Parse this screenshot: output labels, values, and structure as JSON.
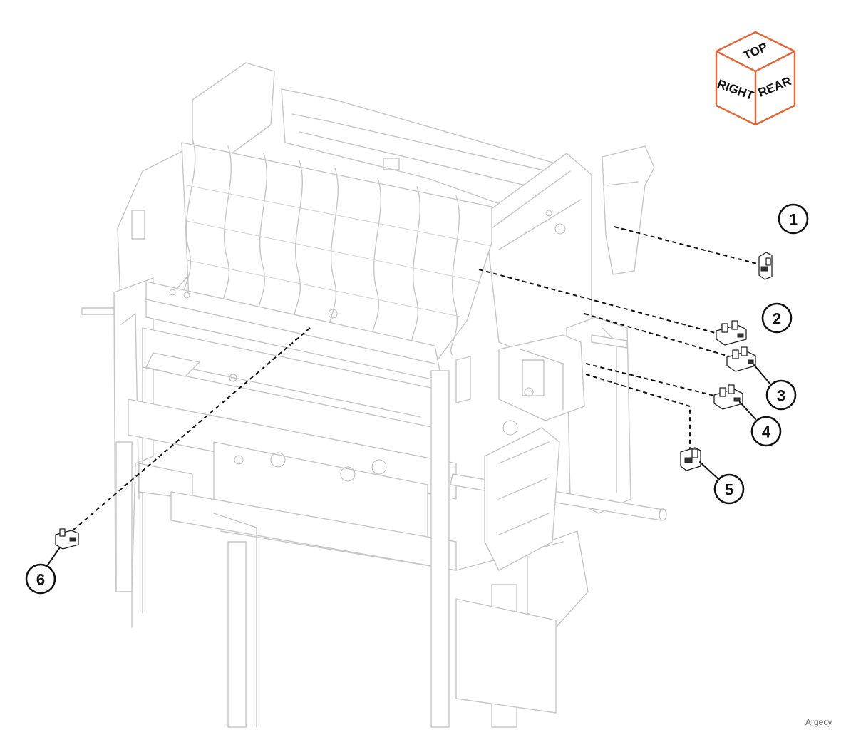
{
  "orientation_cube": {
    "top_label": "TOP",
    "right_label": "RIGHT",
    "rear_label": "REAR",
    "outline_color": "#e0673a"
  },
  "callouts": [
    {
      "number": "1"
    },
    {
      "number": "2"
    },
    {
      "number": "3"
    },
    {
      "number": "4"
    },
    {
      "number": "5"
    },
    {
      "number": "6"
    }
  ],
  "watermark": "Argecy"
}
